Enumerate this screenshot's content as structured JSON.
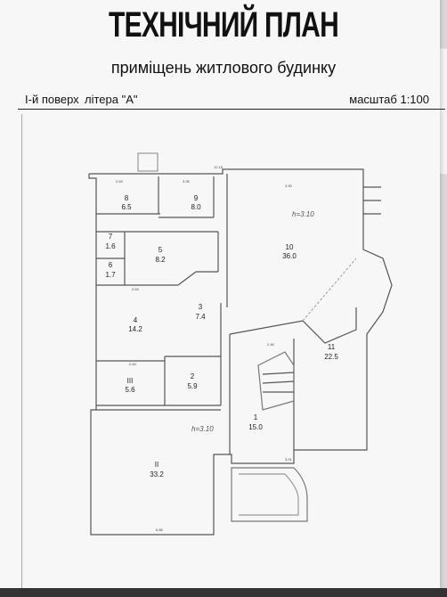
{
  "document": {
    "title": "ТЕХНІЧНИЙ ПЛАН",
    "subtitle": "приміщень житлового будинку",
    "floor": "І-й поверх",
    "litera": "літера \"А\"",
    "scale": "масштаб 1:100"
  },
  "plan": {
    "rooms": [
      {
        "num": "8",
        "area": "6.5"
      },
      {
        "num": "9",
        "area": "8.0"
      },
      {
        "num": "10",
        "area": "36.0"
      },
      {
        "num": "7",
        "area": "1.6"
      },
      {
        "num": "5",
        "area": "8.2"
      },
      {
        "num": "6",
        "area": "1.7"
      },
      {
        "num": "4",
        "area": "14.2"
      },
      {
        "num": "3",
        "area": "7.4"
      },
      {
        "num": "11",
        "area": "22.5"
      },
      {
        "num": "III",
        "area": "5.6"
      },
      {
        "num": "2",
        "area": "5.9"
      },
      {
        "num": "1",
        "area": "15.0"
      },
      {
        "num": "II",
        "area": "33.2"
      }
    ],
    "heights": [
      "h=3.10",
      "h=3.10"
    ],
    "dimensions": [
      "12.15",
      "2.63",
      "3.35",
      "3.30",
      "2.63",
      "6.86",
      "3.91",
      "2.84",
      "2.45"
    ]
  }
}
